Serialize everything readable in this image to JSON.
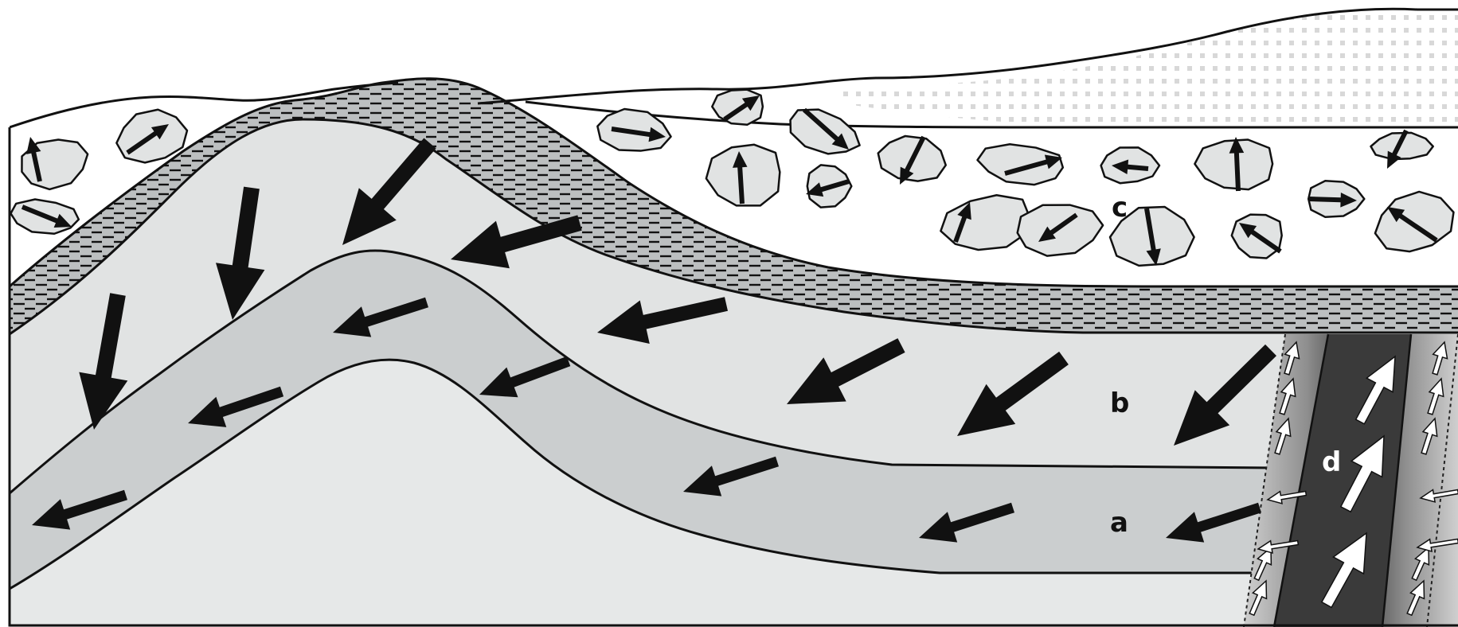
{
  "labels": {
    "a": "a",
    "b": "b",
    "c": "c",
    "d": "d"
  },
  "colors": {
    "background": "#ffffff",
    "host_rock": "#e6e8e8",
    "layer_a": "#cbcecf",
    "cap_layer": "#bcbfc0",
    "conglomerate_matrix": "#ffffff",
    "clast": "#e1e3e3",
    "dike": "#3a3a3a",
    "dike_margin": "#a9a9a9",
    "dotted_sediment": "#dddddd",
    "outline": "#111111",
    "arrow_dark": "#111111",
    "arrow_light": "#ffffff"
  },
  "icons": {
    "magnetization_arrow": "arrow-icon",
    "clast": "clast-icon"
  }
}
